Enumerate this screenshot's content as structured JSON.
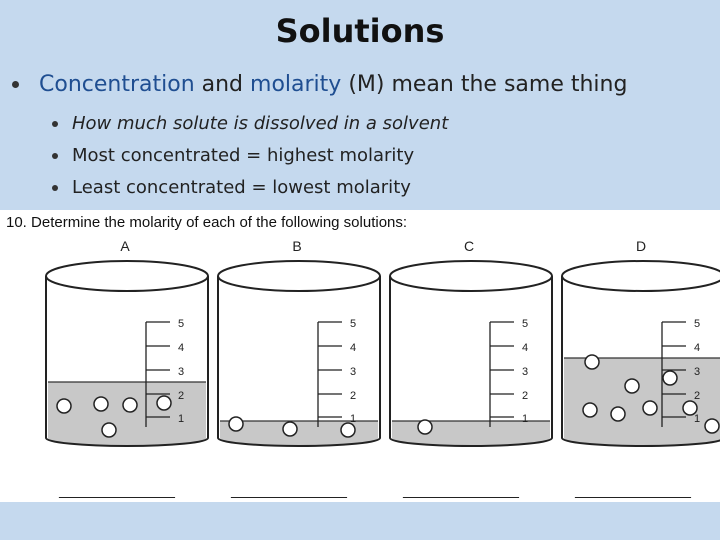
{
  "slide": {
    "title": "Solutions",
    "bullet": {
      "part1": "Concentration",
      "part2": " and ",
      "part3": "molarity",
      "part4": " (M) mean the same thing"
    },
    "subbullets": [
      "How much solute is dissolved in a solvent",
      "Most concentrated = highest molarity",
      "Least concentrated = lowest molarity"
    ]
  },
  "worksheet": {
    "question": "10. Determine the molarity of each of the following solutions:",
    "beakers": [
      {
        "label": "A",
        "level": 3,
        "particles": 5
      },
      {
        "label": "B",
        "level": 1,
        "particles": 3
      },
      {
        "label": "C",
        "level": 1,
        "particles": 1
      },
      {
        "label": "D",
        "level": 4,
        "particles": 8
      }
    ],
    "scale_ticks": [
      "5",
      "4",
      "3",
      "2",
      "1"
    ],
    "answer_blank": "_____________"
  },
  "colors": {
    "background": "#c5d9ee",
    "highlight": "#1f4e91",
    "liquid": "#c8c8c8"
  }
}
